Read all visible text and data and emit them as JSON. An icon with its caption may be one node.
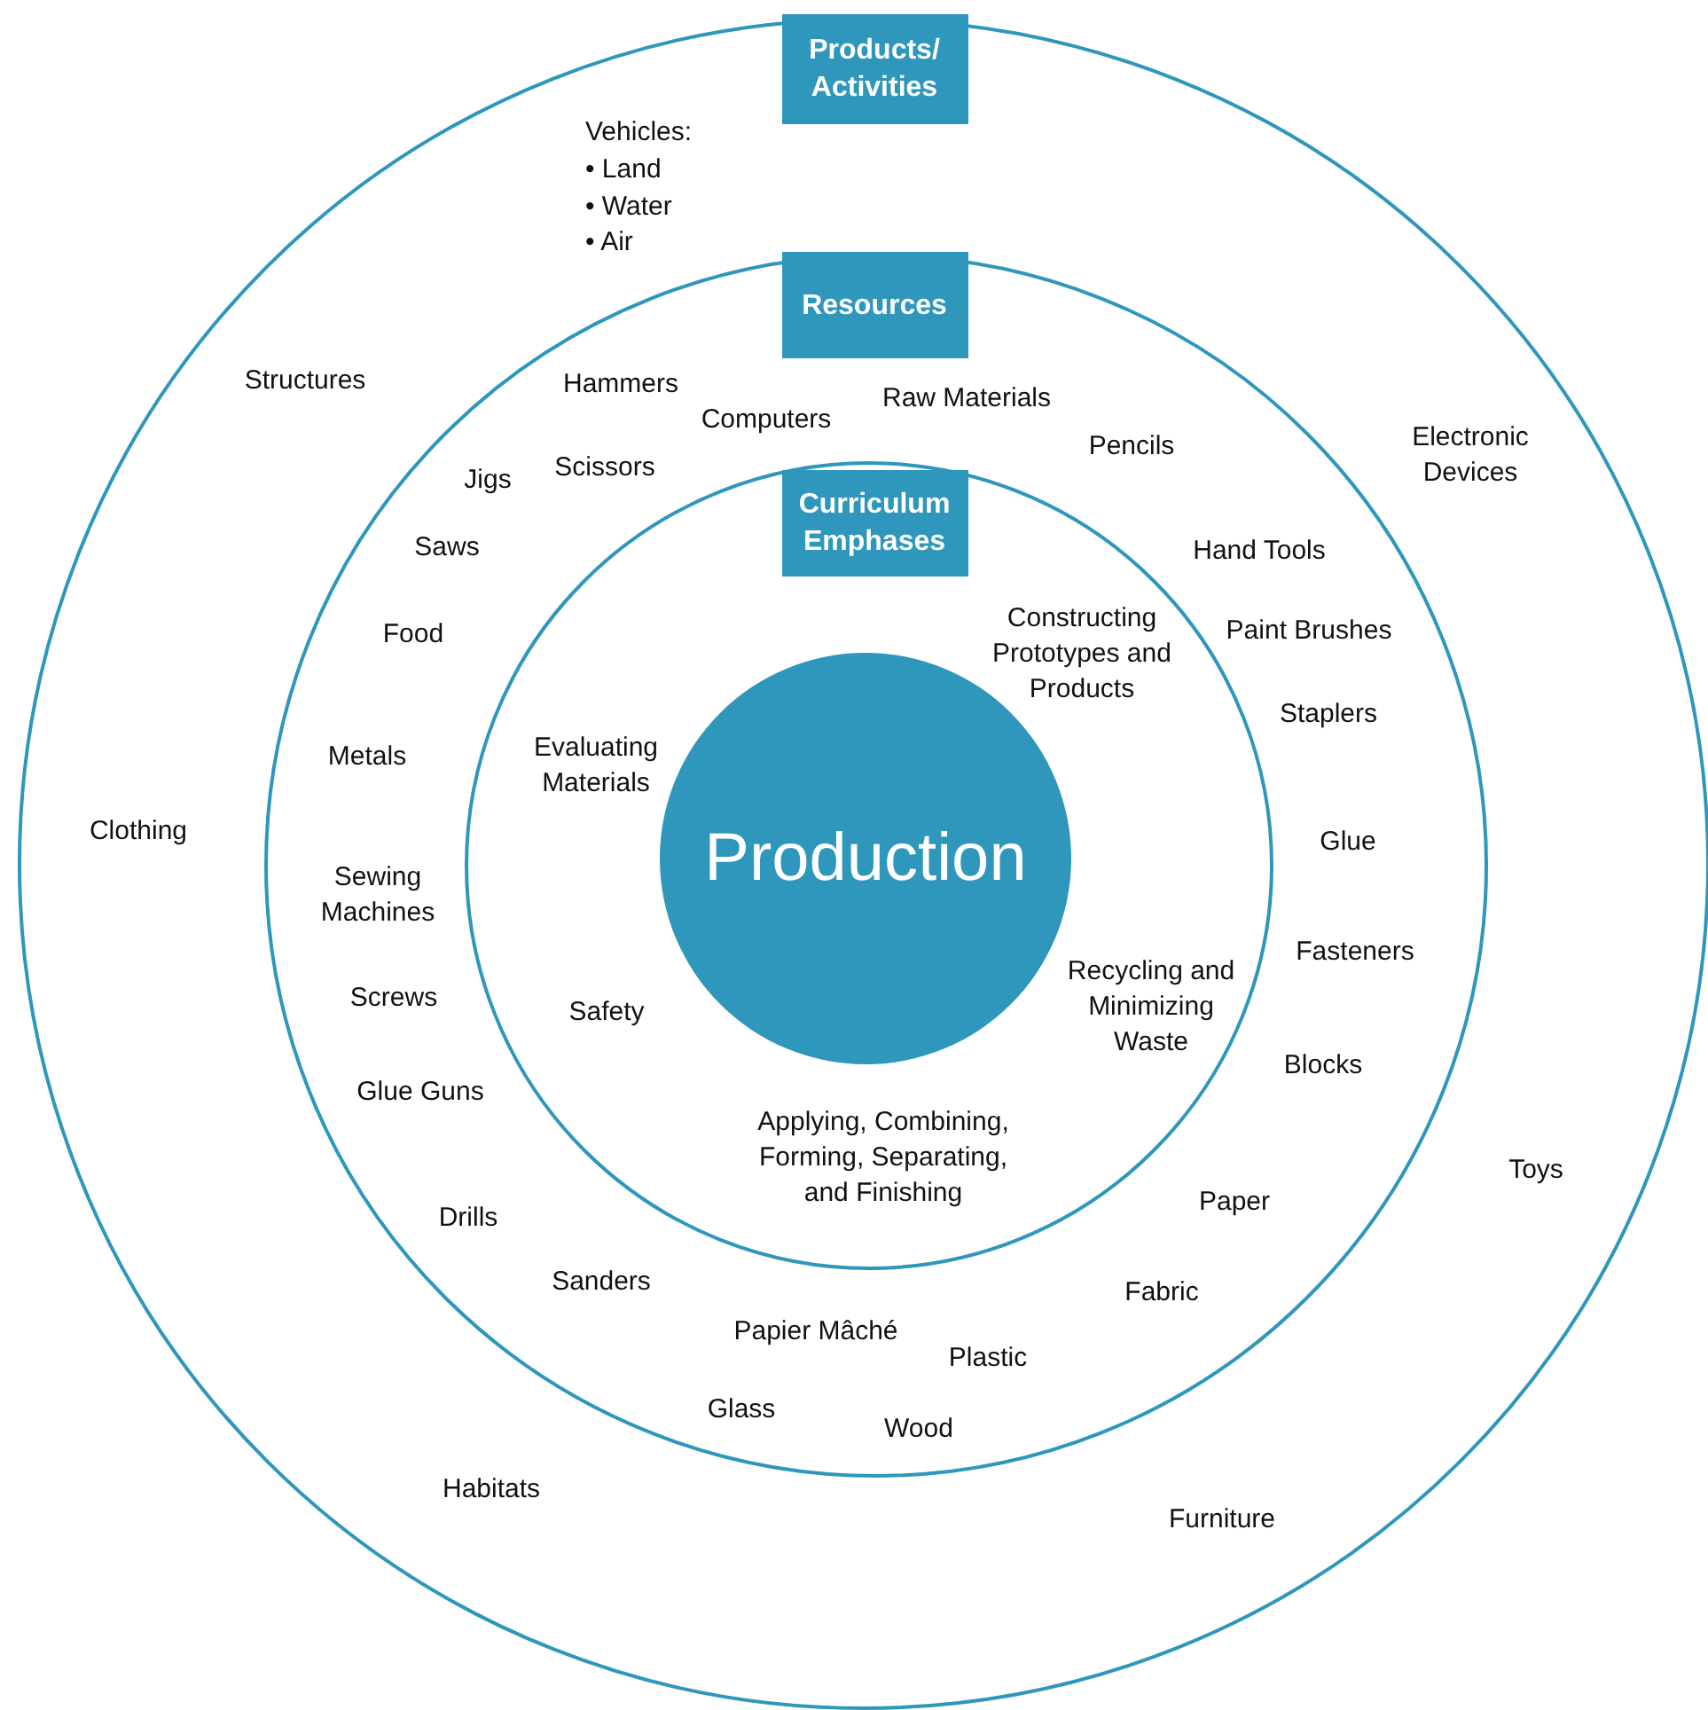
{
  "diagram": {
    "nodes": [
      {
        "text": [
          "Products/ Activities"
        ]
      },
      {
        "text": [
          "Resources"
        ],
        "in": 0
      },
      {
        "text": [
          "Curriculum Emphases"
        ],
        "in": 1
      },
      {
        "text": [
          "Production"
        ],
        "in": 2
      }
    ],
    "edges": [],
    "labels": [
      "Vehicles:",
      "• Land",
      "• Water",
      "• Air",
      "Structures",
      "Hammers",
      "Raw Materials",
      "Computers",
      "Pencils",
      "Electronic Devices",
      "Jigs",
      "Scissors",
      "Saws",
      "Hand Tools",
      "Food",
      "Paint Brushes",
      "Constructing Prototypes and Products",
      "Staplers",
      "Metals",
      "Evaluating Materials",
      "Clothing",
      "Glue",
      "Sewing Machines",
      "Fasteners",
      "Screws",
      "Safety",
      "Recycling and Minimizing Waste",
      "Blocks",
      "Glue Guns",
      "Applying, Combining, Forming, Separating, and Finishing",
      "Toys",
      "Drills",
      "Paper",
      "Sanders",
      "Fabric",
      "Papier Mâché",
      "Plastic",
      "Glass",
      "Wood",
      "Habitats",
      "Furniture"
    ]
  }
}
